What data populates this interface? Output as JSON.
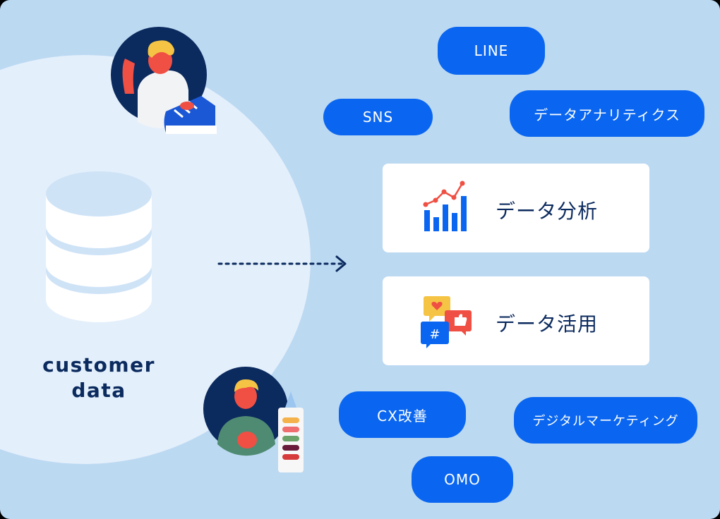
{
  "database": {
    "label_line1": "customer",
    "label_line2": "data"
  },
  "cards": [
    {
      "label": "データ分析",
      "icon": "bar-chart-icon"
    },
    {
      "label": "データ活用",
      "icon": "social-bubbles-icon"
    }
  ],
  "tags": {
    "line": "LINE",
    "sns": "SNS",
    "analytics": "データアナリティクス",
    "cx": "CX改善",
    "digital_marketing": "デジタルマーケティング",
    "omo": "OMO"
  },
  "colors": {
    "background": "#bcd9f2",
    "accent": "#0a66f0",
    "navy": "#0b2a5e"
  }
}
